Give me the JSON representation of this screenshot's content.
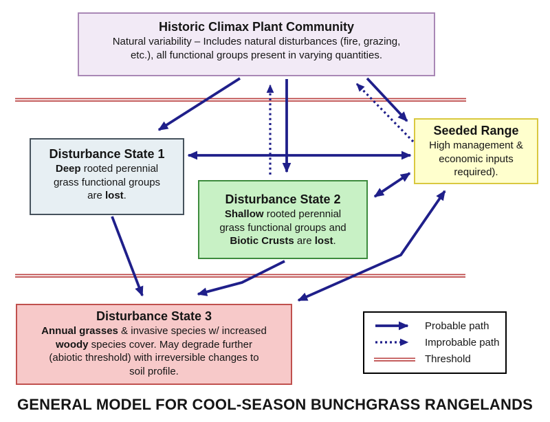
{
  "colors": {
    "arrow_navy": "#1f1f8a",
    "threshold_red": "#bb4444",
    "hcpc_fill": "#f2eaf6",
    "hcpc_border": "#a987b5",
    "ds1_fill": "#e7eff3",
    "ds1_border": "#46525c",
    "ds2_fill": "#c8f1c5",
    "ds2_border": "#3d8b3d",
    "sr_fill": "#ffffcd",
    "sr_border": "#d9c83f",
    "ds3_fill": "#f7c9c9",
    "ds3_border": "#c0504d",
    "legend_border": "#000000"
  },
  "diagram": {
    "boxes": {
      "hcpc": {
        "title": "Historic Climax Plant Community",
        "body": [
          {
            "t": "Natural variability – Includes natural disturbances (fire, grazing,"
          },
          {
            "br": true
          },
          {
            "t": "etc.), all functional groups present in varying quantities."
          }
        ]
      },
      "ds1": {
        "title": "Disturbance State 1",
        "body": [
          {
            "t": "Deep",
            "b": true
          },
          {
            "t": " rooted perennial"
          },
          {
            "br": true
          },
          {
            "t": "grass functional groups"
          },
          {
            "br": true
          },
          {
            "t": "are "
          },
          {
            "t": "lost",
            "b": true
          },
          {
            "t": "."
          }
        ]
      },
      "ds2": {
        "title": "Disturbance State 2",
        "body": [
          {
            "t": "Shallow",
            "b": true
          },
          {
            "t": " rooted perennial"
          },
          {
            "br": true
          },
          {
            "t": "grass functional groups and"
          },
          {
            "br": true
          },
          {
            "t": "Biotic Crusts",
            "b": true
          },
          {
            "t": " are "
          },
          {
            "t": "lost",
            "b": true
          },
          {
            "t": "."
          }
        ]
      },
      "sr": {
        "title": "Seeded Range",
        "body": [
          {
            "t": "High management &"
          },
          {
            "br": true
          },
          {
            "t": "economic inputs"
          },
          {
            "br": true
          },
          {
            "t": "required)."
          }
        ]
      },
      "ds3": {
        "title": "Disturbance State 3",
        "body": [
          {
            "t": "Annual grasses",
            "b": true
          },
          {
            "t": " & invasive species w/ increased"
          },
          {
            "br": true
          },
          {
            "t": "woody",
            "b": true
          },
          {
            "t": " species cover.  May degrade further"
          },
          {
            "br": true
          },
          {
            "t": "(abiotic threshold) with irreversible changes to"
          },
          {
            "br": true
          },
          {
            "t": "soil profile."
          }
        ]
      }
    },
    "legend": {
      "items": [
        {
          "symbol": "solid-arrow",
          "label": "Probable path"
        },
        {
          "symbol": "dotted-arrow",
          "label": "Improbable path"
        },
        {
          "symbol": "double-red-line",
          "label": "Threshold"
        }
      ]
    },
    "footer_title": "GENERAL MODEL FOR COOL-SEASON BUNCHGRASS RANGELANDS"
  }
}
